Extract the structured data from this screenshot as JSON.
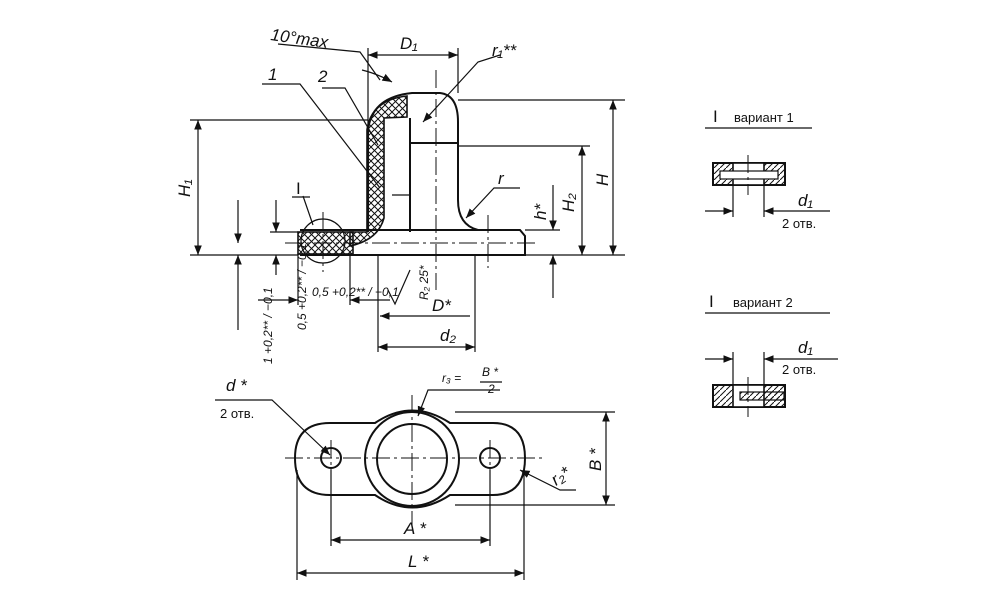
{
  "main_view": {
    "angle_label": "10°max",
    "callout_1": "1",
    "callout_2": "2",
    "callout_detail": "I",
    "dim_D1": "D₁",
    "dim_r1": "r₁**",
    "dim_r": "r",
    "dim_H1": "H₁",
    "dim_H": "H",
    "dim_H2": "H₂",
    "dim_h": "h*",
    "tol_vertical": "0,5 +0,2** / −0,1",
    "tol_bottom": "0,5 +0,2** / −0,1",
    "tol_left": "1 +0,2** / −0,1",
    "roughness": "R₂ 25*",
    "dim_D": "D*",
    "dim_d2": "d₂"
  },
  "plan_view": {
    "hole_label": "d *",
    "hole_count": "2 отв.",
    "r3_label": "r₃ =",
    "r3_num": "B *",
    "r3_den": "2",
    "dim_B": "B *",
    "dim_r2": "r₂*",
    "dim_A": "A *",
    "dim_L": "L *"
  },
  "variant_1": {
    "roman": "I",
    "title": "вариант 1",
    "d1_label": "d₁",
    "count": "2 отв."
  },
  "variant_2": {
    "roman": "I",
    "title": "вариант 2",
    "d1_label": "d₁",
    "count": "2 отв."
  }
}
